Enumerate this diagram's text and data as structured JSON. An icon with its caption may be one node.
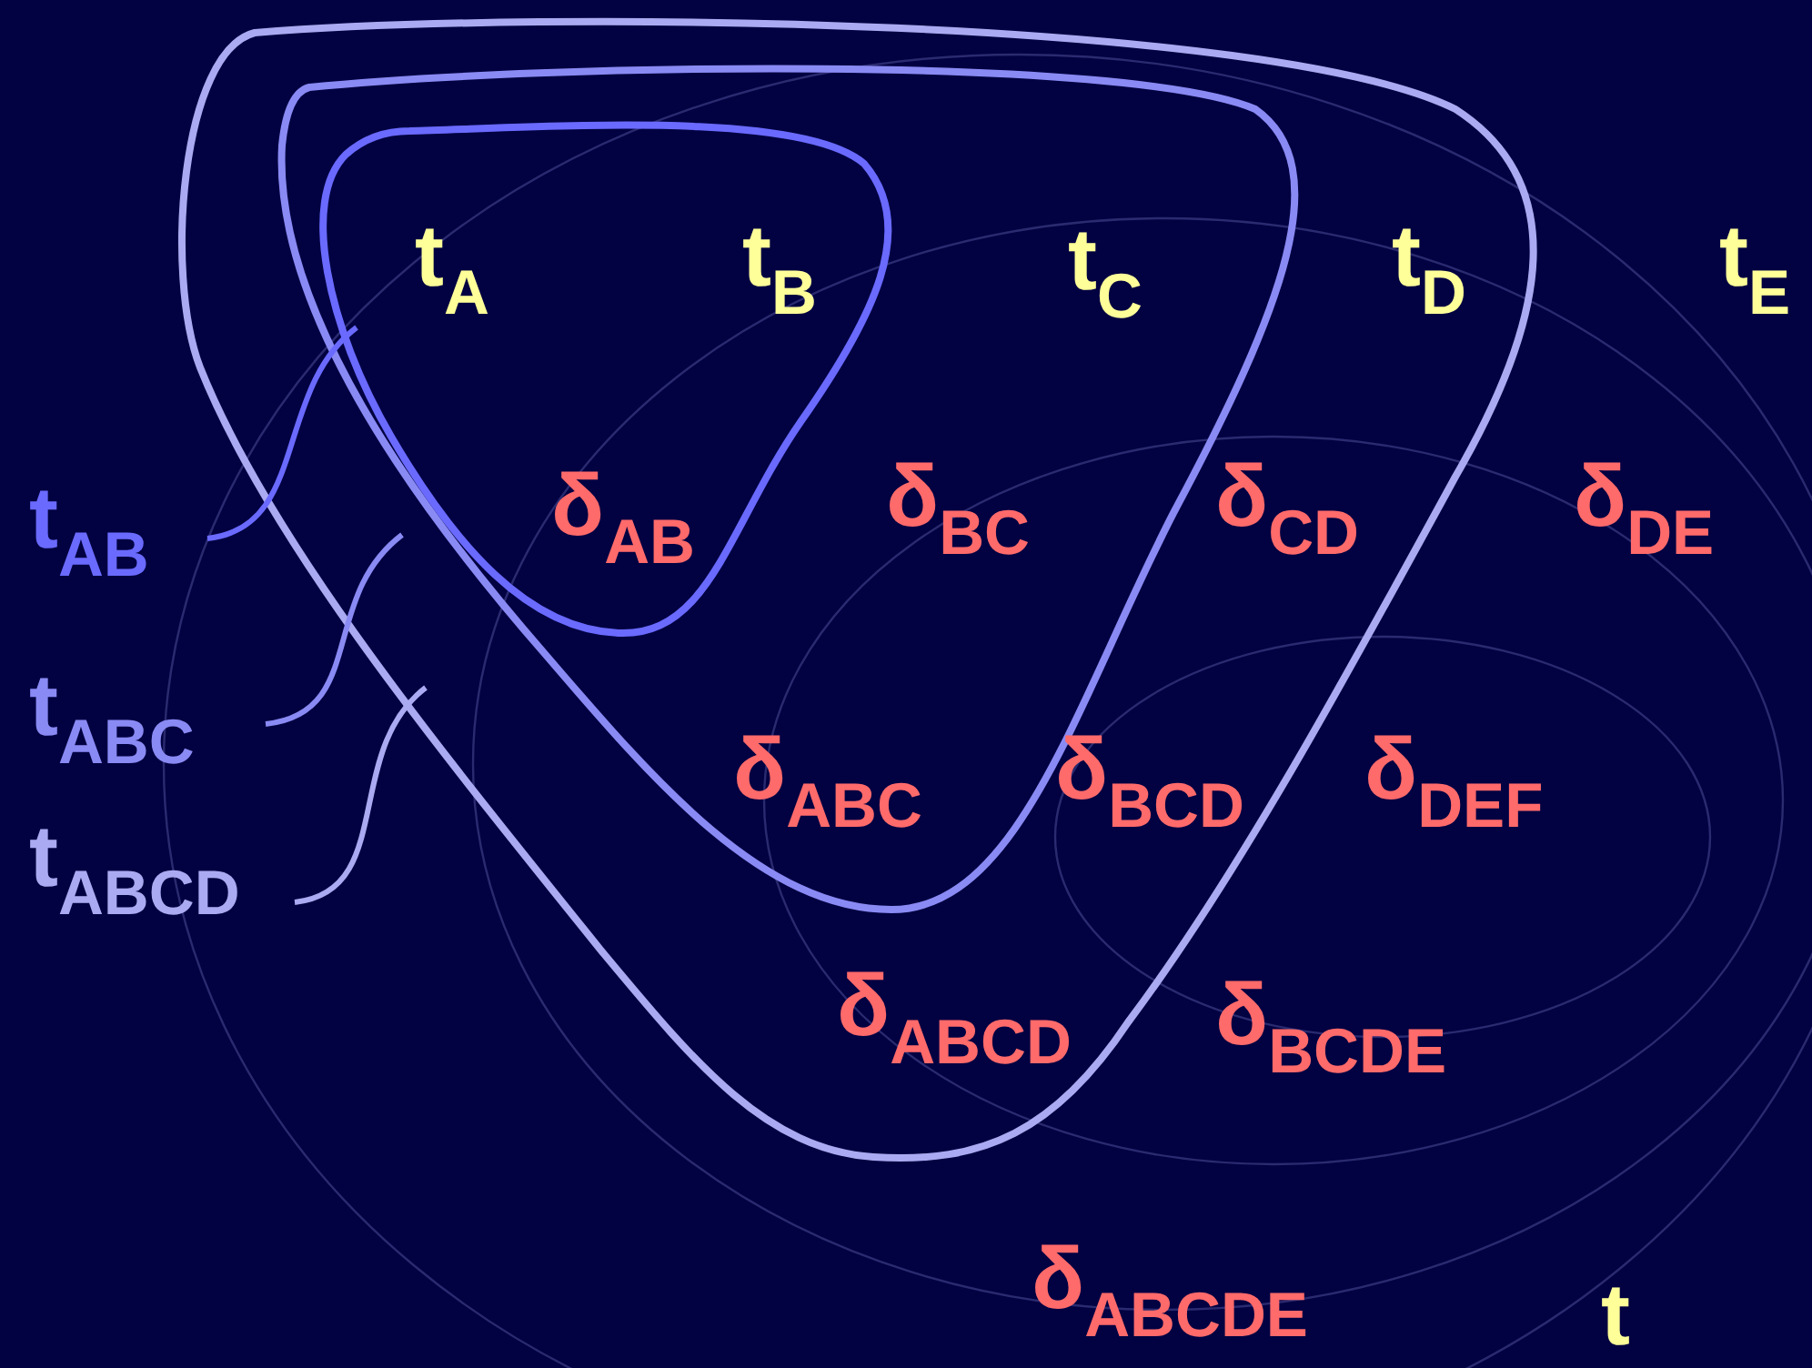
{
  "diagram": {
    "nodes": [
      {
        "text": [
          "t$_{AB}$"
        ]
      },
      {
        "text": [
          "t$_{ABC}$"
        ]
      },
      {
        "text": [
          "t$_{ABCD}$"
        ]
      },
      {
        "text": [],
        "shape": "loop",
        "in": 4
      },
      {
        "text": [],
        "shape": "loop",
        "in": 5
      },
      {
        "text": [],
        "shape": "loop"
      }
    ],
    "edges": [
      {
        "from": 0,
        "to": 3,
        "arrow": "none"
      },
      {
        "from": 1,
        "to": 4,
        "arrow": "none"
      },
      {
        "from": 2,
        "to": 5,
        "arrow": "none"
      }
    ],
    "labels": [
      "t$_{A}$",
      "t$_{B}$",
      "t$_{C}$",
      "t$_{D}$",
      "t$_{E}$",
      "δ$_{AB}$",
      "δ$_{BC}$",
      "δ$_{CD}$",
      "δ$_{DE}$",
      "δ$_{ABC}$",
      "δ$_{BCD}$",
      "δ$_{DEF}$",
      "δ$_{ABCD}$",
      "δ$_{BCDE}$",
      "δ$_{ABCDE}$",
      "t"
    ]
  }
}
